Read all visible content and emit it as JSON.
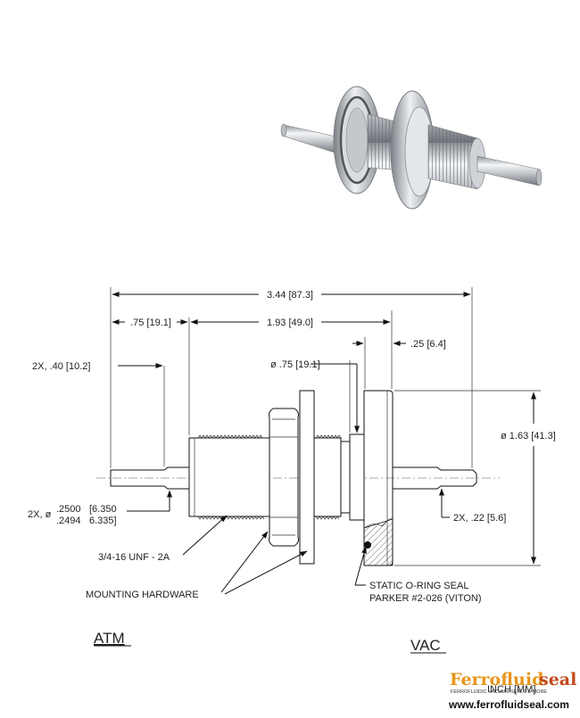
{
  "dimensions": {
    "overall_length": "3.44 [87.3]",
    "atm_shaft_length": ".75 [19.1]",
    "body_length": "1.93 [49.0]",
    "flange_thickness": ".25 [6.4]",
    "shaft_flat": "2X, .40 [10.2]",
    "hub_diameter": "ø .75 [19.1]",
    "flange_diameter": "ø 1.63 [41.3]",
    "shaft_diameter_prefix": "2X, ø",
    "shaft_diameter_max": ".2500",
    "shaft_diameter_max_mm": "[6.350",
    "shaft_diameter_min": ".2494",
    "shaft_diameter_min_mm": "6.335]",
    "vac_shaft_chamfer": "2X, .22 [5.6]"
  },
  "callouts": {
    "thread": "3/4-16 UNF - 2A",
    "mounting_hardware": "MOUNTING HARDWARE",
    "oring_line1": "STATIC O-RING SEAL",
    "oring_line2": "PARKER #2-026 (VITON)"
  },
  "sides": {
    "atm": "ATM",
    "vac": "VAC"
  },
  "units": "INCH [MM]",
  "brand": {
    "name_part1": "Ferrofluid",
    "name_part2": "seal",
    "tagline": "FERROFLUIDIC VACUUM SEALS & MORE",
    "website": "www.ferrofluidseal.com"
  }
}
